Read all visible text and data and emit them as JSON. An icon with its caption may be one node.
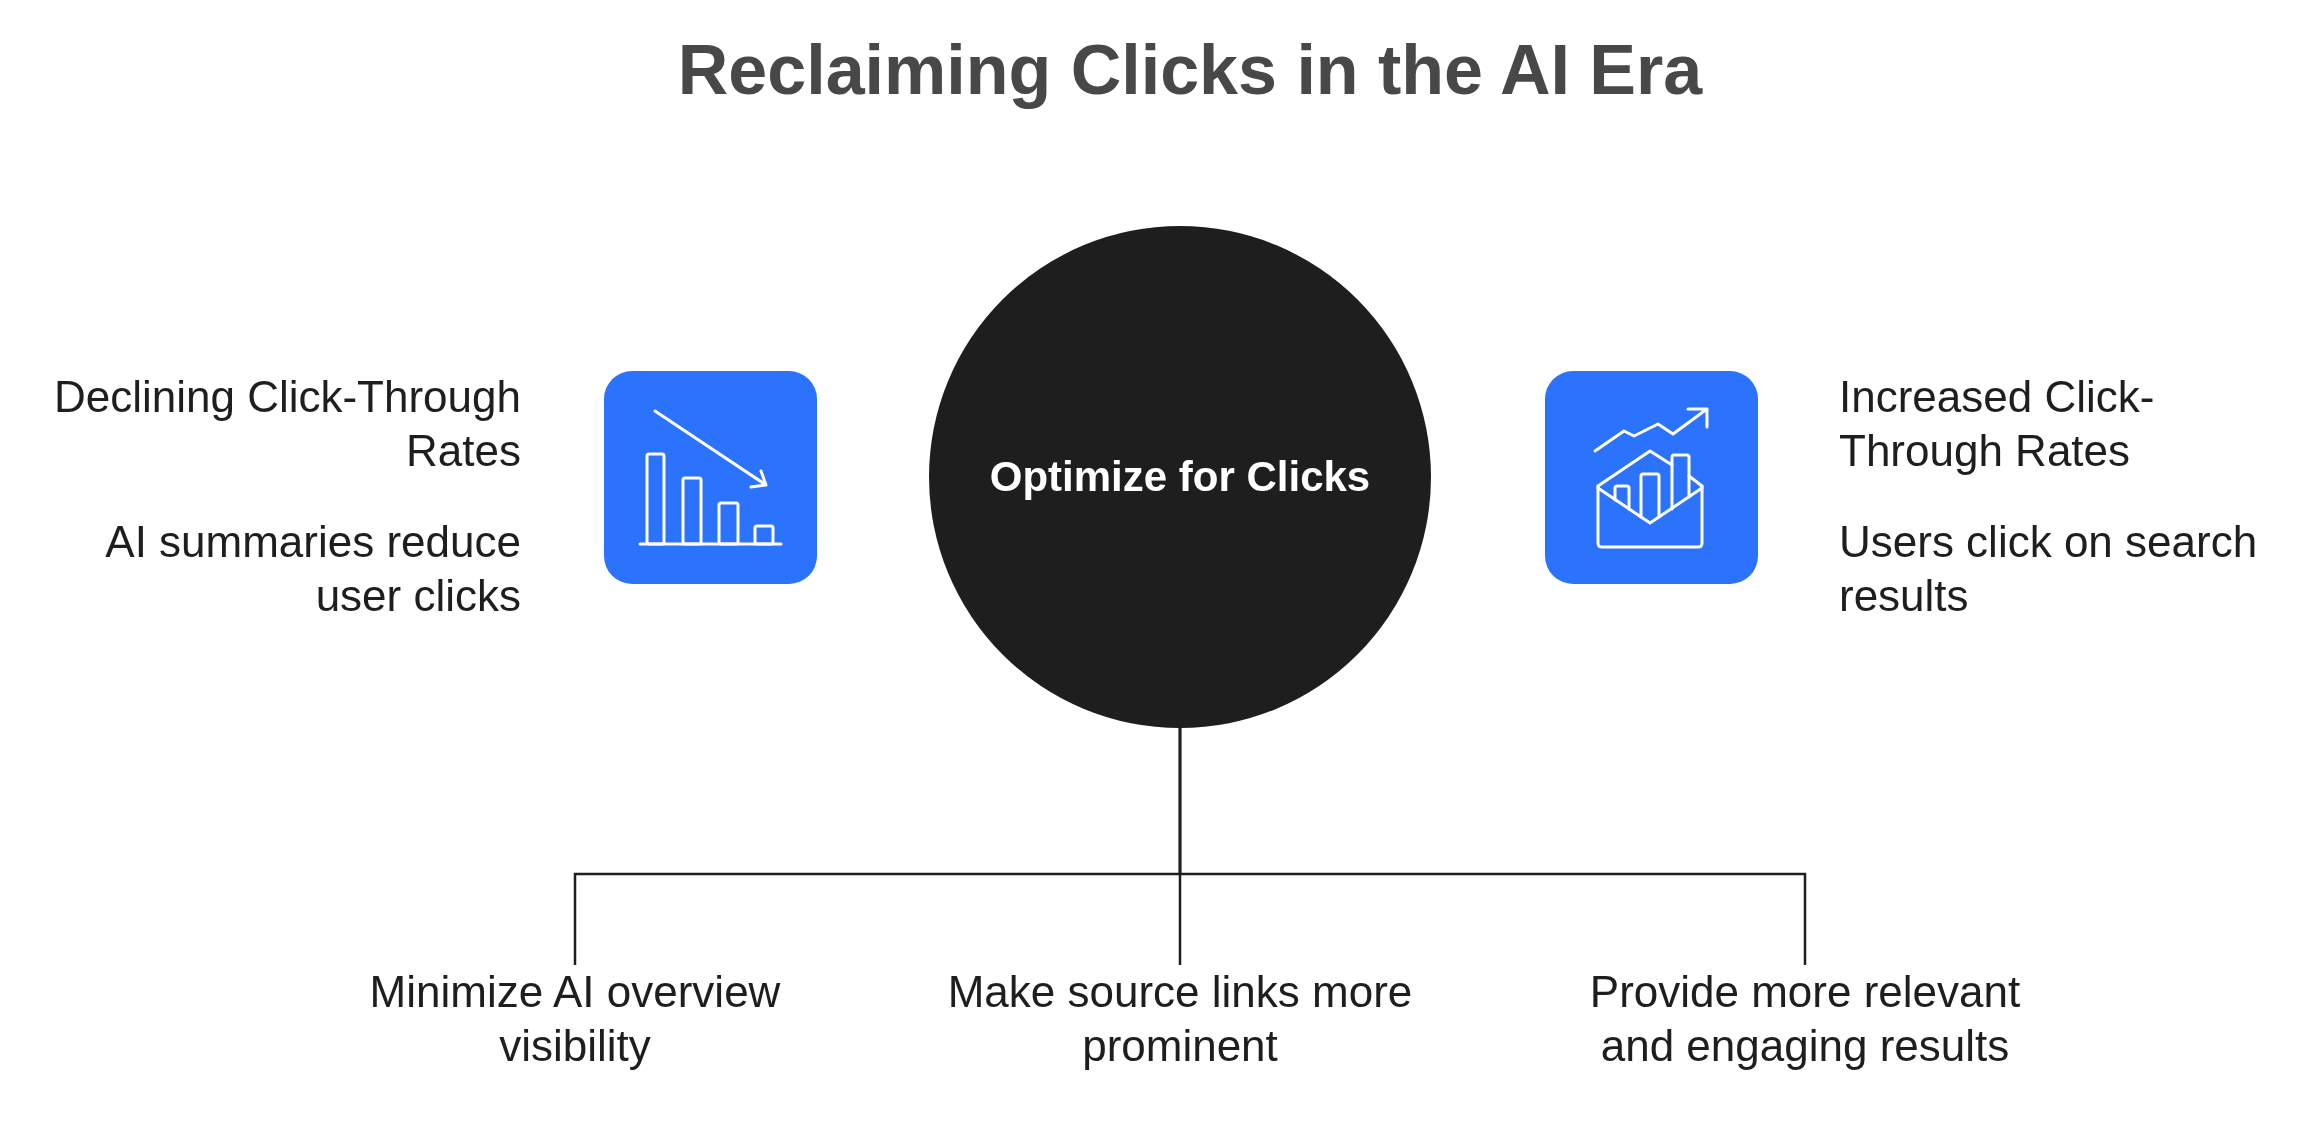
{
  "diagram": {
    "title": "Reclaiming Clicks in the AI Era",
    "nodes": [
      {
        "text": [],
        "shape": "box",
        "beside": [
          "Declining Click-Through Rates",
          "AI summaries reduce user clicks"
        ]
      },
      {
        "text": [
          "Optimize for Clicks"
        ]
      },
      {
        "text": [],
        "shape": "box",
        "beside": [
          "Increased Click-Through Rates",
          "Users click on search results"
        ]
      },
      {
        "text": [
          "Minimize AI overview visibility"
        ]
      },
      {
        "text": [
          "Make source links more prominent"
        ]
      },
      {
        "text": [
          "Provide more relevant and engaging results"
        ]
      }
    ],
    "edges": [
      {
        "from": 1,
        "to": 3,
        "arrow": "none"
      },
      {
        "from": 1,
        "to": 4,
        "arrow": "none"
      },
      {
        "from": 1,
        "to": 5,
        "arrow": "none"
      }
    ]
  }
}
